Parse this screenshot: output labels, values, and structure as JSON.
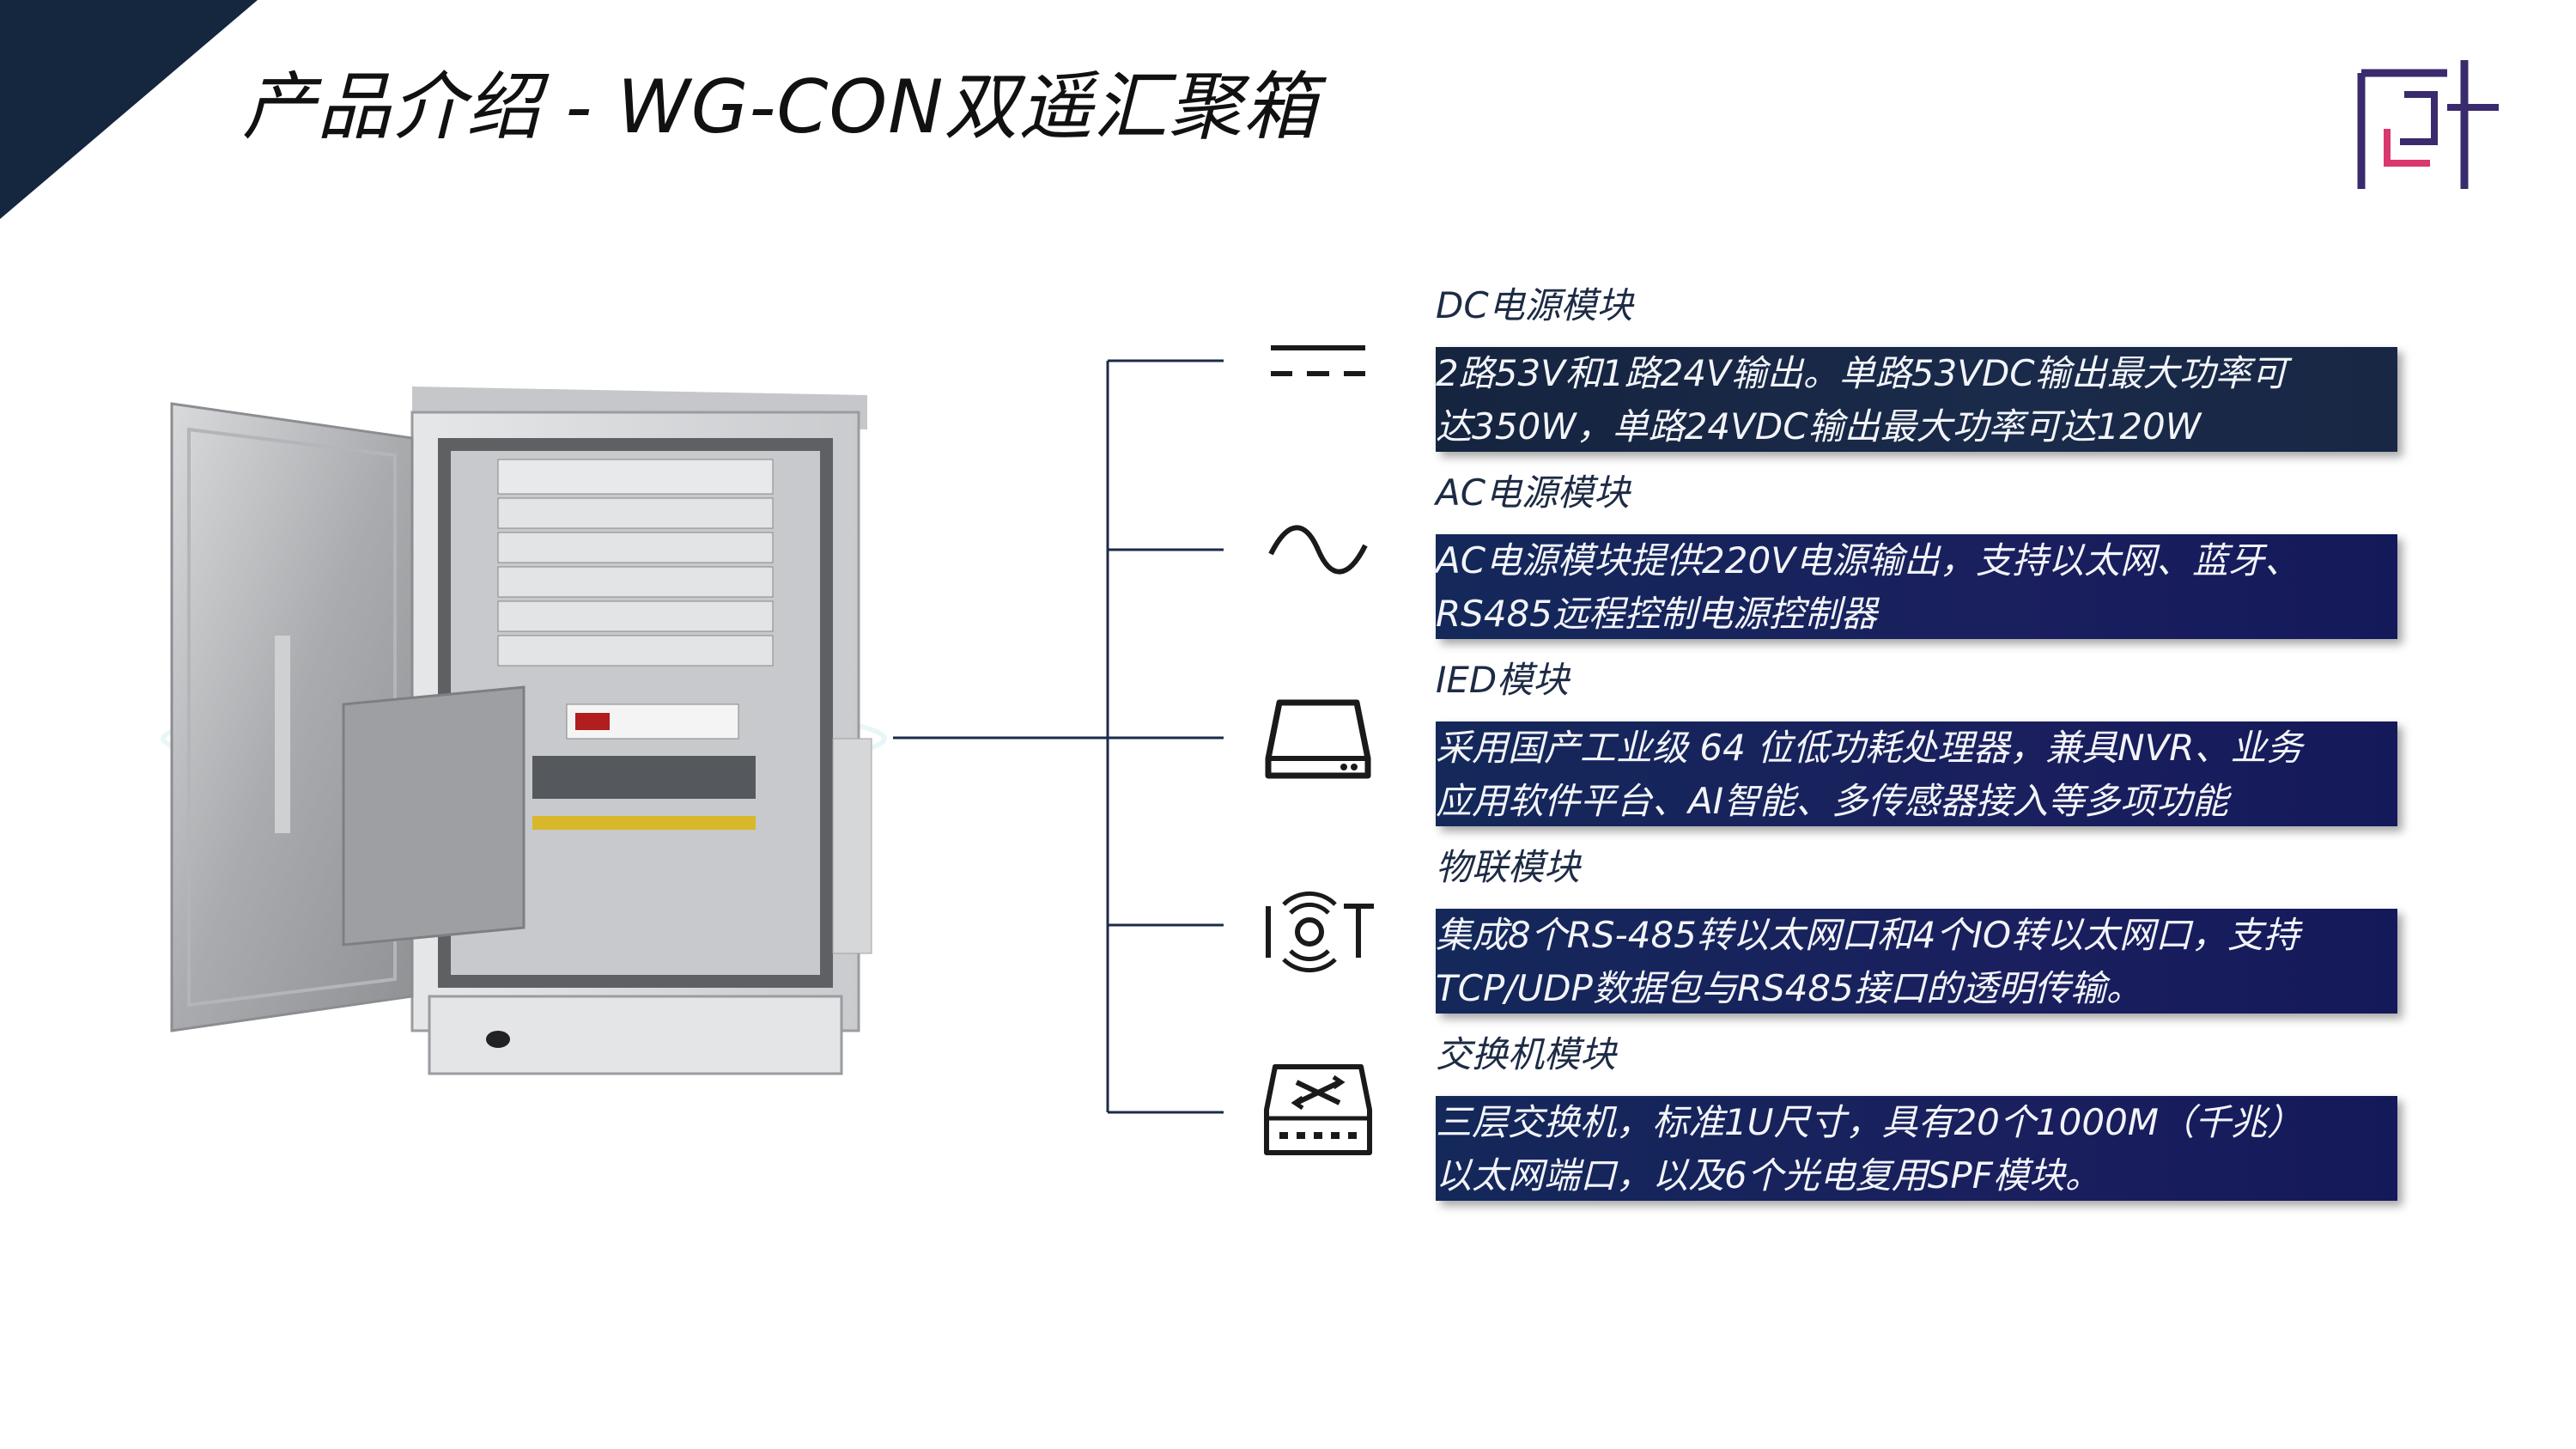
{
  "page": {
    "title": "产品介绍 - WG-CON双遥汇聚箱"
  },
  "colors": {
    "navy": "#15263f",
    "box": "#1a1f5e",
    "logo_purple": "#3a2a6e",
    "logo_red": "#d9376e"
  },
  "modules": [
    {
      "title": "DC电源模块",
      "icon": "dc-power-icon",
      "lines": [
        "2路53V和1路24V输出。单路53VDC输出最大功率可",
        "达350W，单路24VDC输出最大功率可达120W"
      ]
    },
    {
      "title": "AC电源模块",
      "icon": "ac-wave-icon",
      "lines": [
        "AC电源模块提供220V电源输出，支持以太网、蓝牙、",
        "RS485远程控制电源控制器"
      ]
    },
    {
      "title": "IED模块",
      "icon": "ied-device-icon",
      "lines": [
        "采用国产工业级 64 位低功耗处理器，兼具NVR、业务",
        "应用软件平台、AI智能、多传感器接入等多项功能"
      ]
    },
    {
      "title": "物联模块",
      "icon": "iot-icon",
      "lines": [
        "集成8个RS-485转以太网口和4个IO转以太网口，支持",
        "TCP/UDP数据包与RS485接口的透明传输。"
      ]
    },
    {
      "title": "交换机模块",
      "icon": "network-switch-icon",
      "lines": [
        "三层交换机，标准1U尺寸，具有20个1000M（千兆）",
        "以太网端口，以及6个光电复用SPF模块。"
      ]
    }
  ]
}
